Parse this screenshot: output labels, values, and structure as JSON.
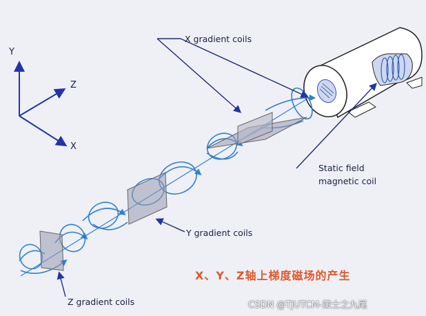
{
  "axes": {
    "y": "Y",
    "z": "Z",
    "x": "X"
  },
  "labels": {
    "x_gradient": "X gradient coils",
    "static_field_1": "Static field",
    "static_field_2": "magnetic coil",
    "y_gradient": "Y gradient coils",
    "z_gradient": "Z gradient coils"
  },
  "caption": "X、Y、Z轴上梯度磁场的产生",
  "watermark": "CSDN @TJUTCM-策士之九尾",
  "colors": {
    "coil_line": "#2f7fd1",
    "label_line": "#1f2a7a",
    "caption": "#e2572a",
    "plane_fill": "#9a9ab0",
    "background": "#eef0f6"
  }
}
